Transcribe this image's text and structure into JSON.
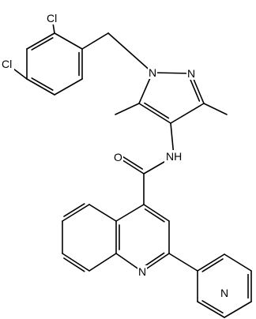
{
  "structure": {
    "atom_labels": {
      "cl_upper": "Cl",
      "cl_lower": "Cl",
      "n_pyrazole_1": "N",
      "n_pyrazole_2": "N",
      "n_amide": "NH",
      "o_carbonyl": "O",
      "n_quinoline": "N",
      "n_pyridine": "N"
    },
    "colors": {
      "bond": "#000000",
      "label": "#000000",
      "background": "#ffffff"
    }
  }
}
